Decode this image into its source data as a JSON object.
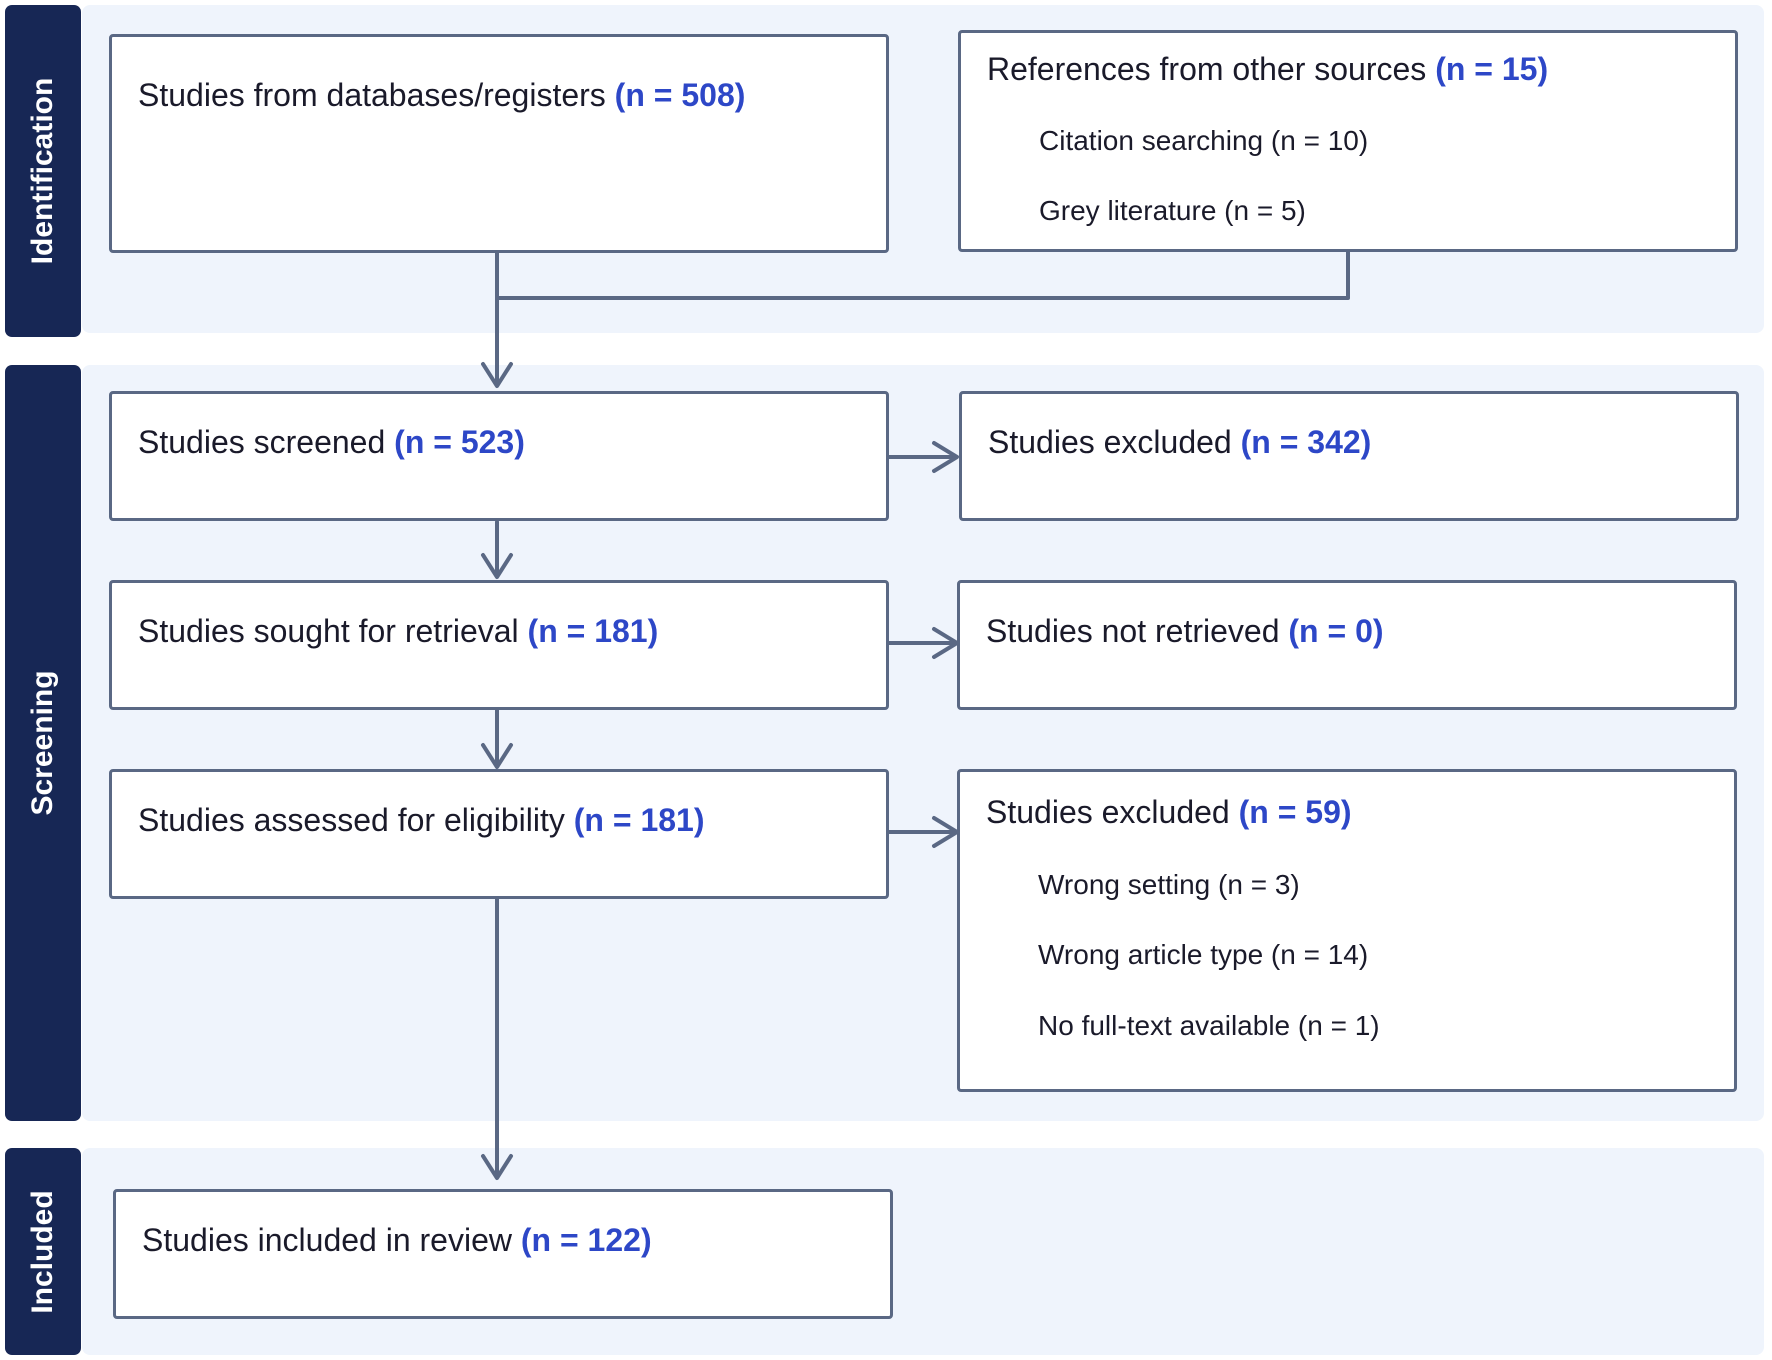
{
  "phases": {
    "identification": "Identification",
    "screening": "Screening",
    "included": "Included"
  },
  "boxes": {
    "databases": {
      "label": "Studies from databases/registers",
      "count": "(n = 508)"
    },
    "other_sources": {
      "label": "References from other sources",
      "count": "(n = 15)",
      "items": [
        "Citation searching (n = 10)",
        "Grey literature (n = 5)"
      ]
    },
    "screened": {
      "label": "Studies screened",
      "count": "(n = 523)"
    },
    "excluded_screening": {
      "label": "Studies excluded",
      "count": "(n = 342)"
    },
    "sought": {
      "label": "Studies sought for retrieval",
      "count": "(n = 181)"
    },
    "not_retrieved": {
      "label": "Studies not retrieved",
      "count": "(n = 0)"
    },
    "assessed": {
      "label": "Studies assessed for eligibility",
      "count": "(n = 181)"
    },
    "excluded_eligibility": {
      "label": "Studies excluded",
      "count": "(n = 59)",
      "items": [
        "Wrong setting (n = 3)",
        "Wrong article type (n = 14)",
        "No full-text available (n = 1)"
      ]
    },
    "included": {
      "label": "Studies included in review",
      "count": "(n = 122)"
    }
  },
  "colors": {
    "phase_label_bg": "#172755",
    "band_bg": "#eff4fc",
    "box_border": "#5a6884",
    "count_text": "#2d47c7"
  }
}
